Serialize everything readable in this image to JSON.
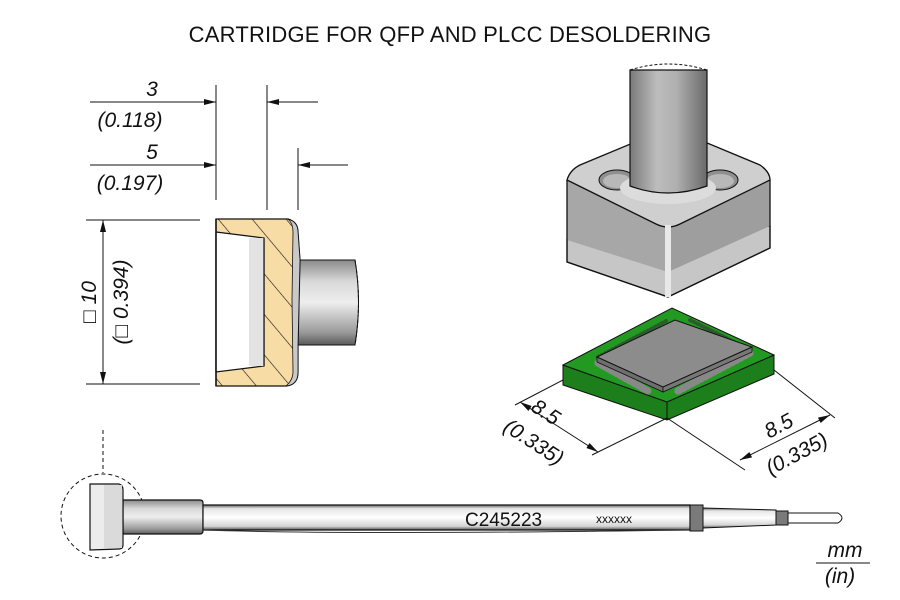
{
  "title": "CARTRIDGE FOR QFP AND PLCC DESOLDERING",
  "dimensions": {
    "tip_depth_inner": {
      "mm": "3",
      "in": "(0.118)"
    },
    "tip_depth_outer": {
      "mm": "5",
      "in": "(0.197)"
    },
    "tip_square": {
      "mm": "□ 10",
      "in": "(□ 0.394)"
    },
    "component_left": {
      "mm": "8.5",
      "in": "(0.335)"
    },
    "component_right": {
      "mm": "8.5",
      "in": "(0.335)"
    }
  },
  "cartridge": {
    "part_number": "C245223",
    "serial_placeholder": "xxxxxx"
  },
  "units": {
    "primary": "mm",
    "secondary": "(in)"
  },
  "colors": {
    "section_fill": "#f8dca6",
    "pcb_green": "#1f8a1f",
    "chip_gray": "#8c8c8c",
    "metal_gray": "#b9b9b9"
  }
}
